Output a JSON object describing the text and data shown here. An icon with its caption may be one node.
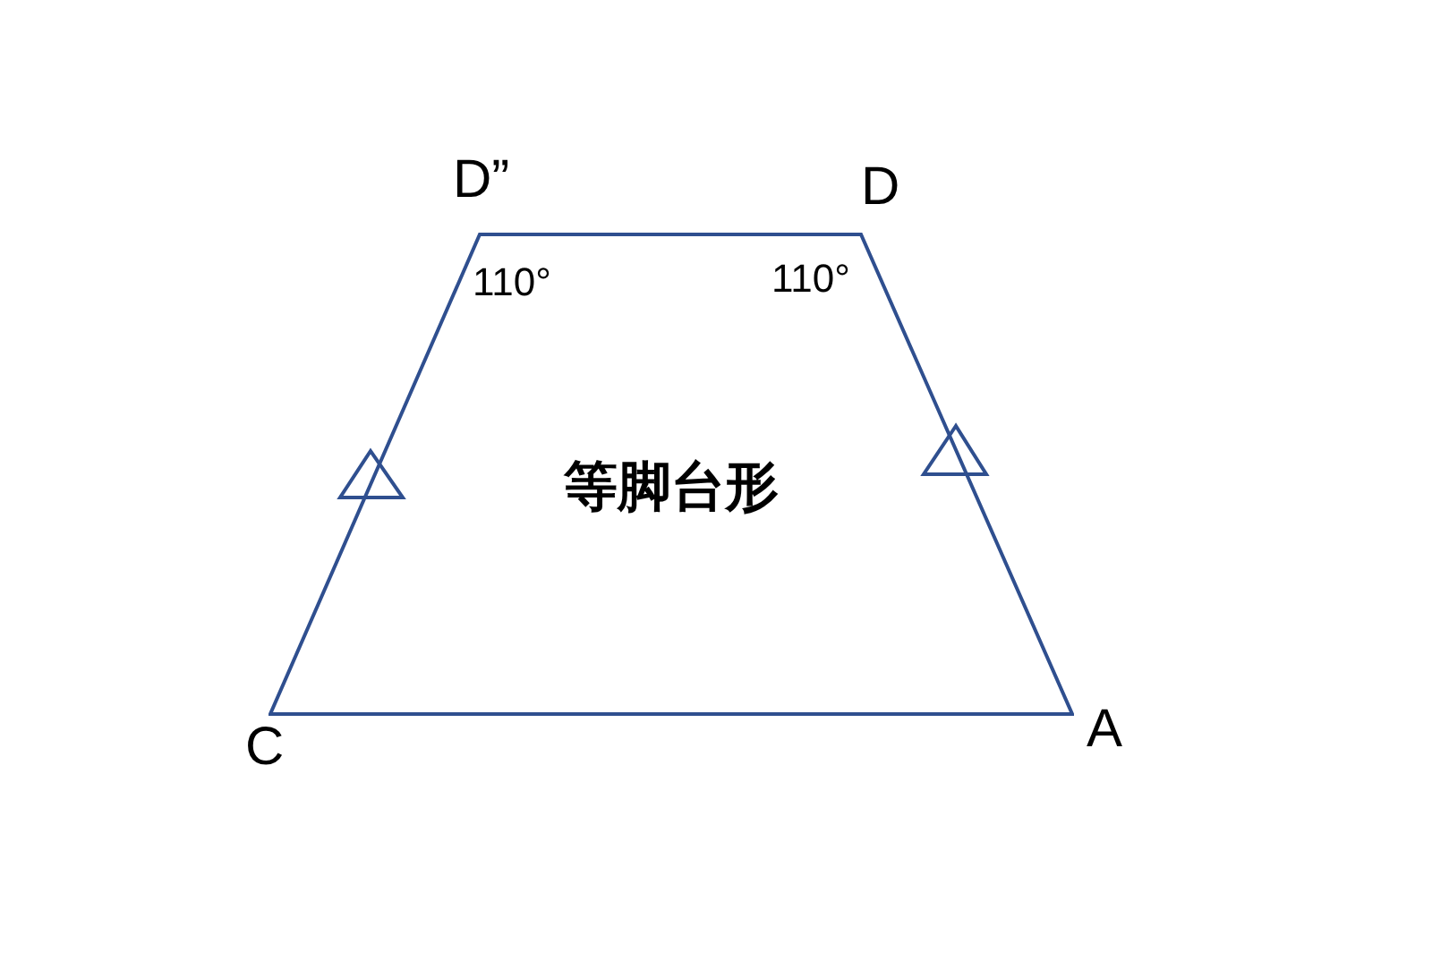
{
  "diagram": {
    "nodes": [
      {
        "text": [
          "等脚台形"
        ]
      }
    ],
    "labels": [
      "D”",
      "D",
      "110°",
      "110°",
      "C",
      "A"
    ]
  }
}
